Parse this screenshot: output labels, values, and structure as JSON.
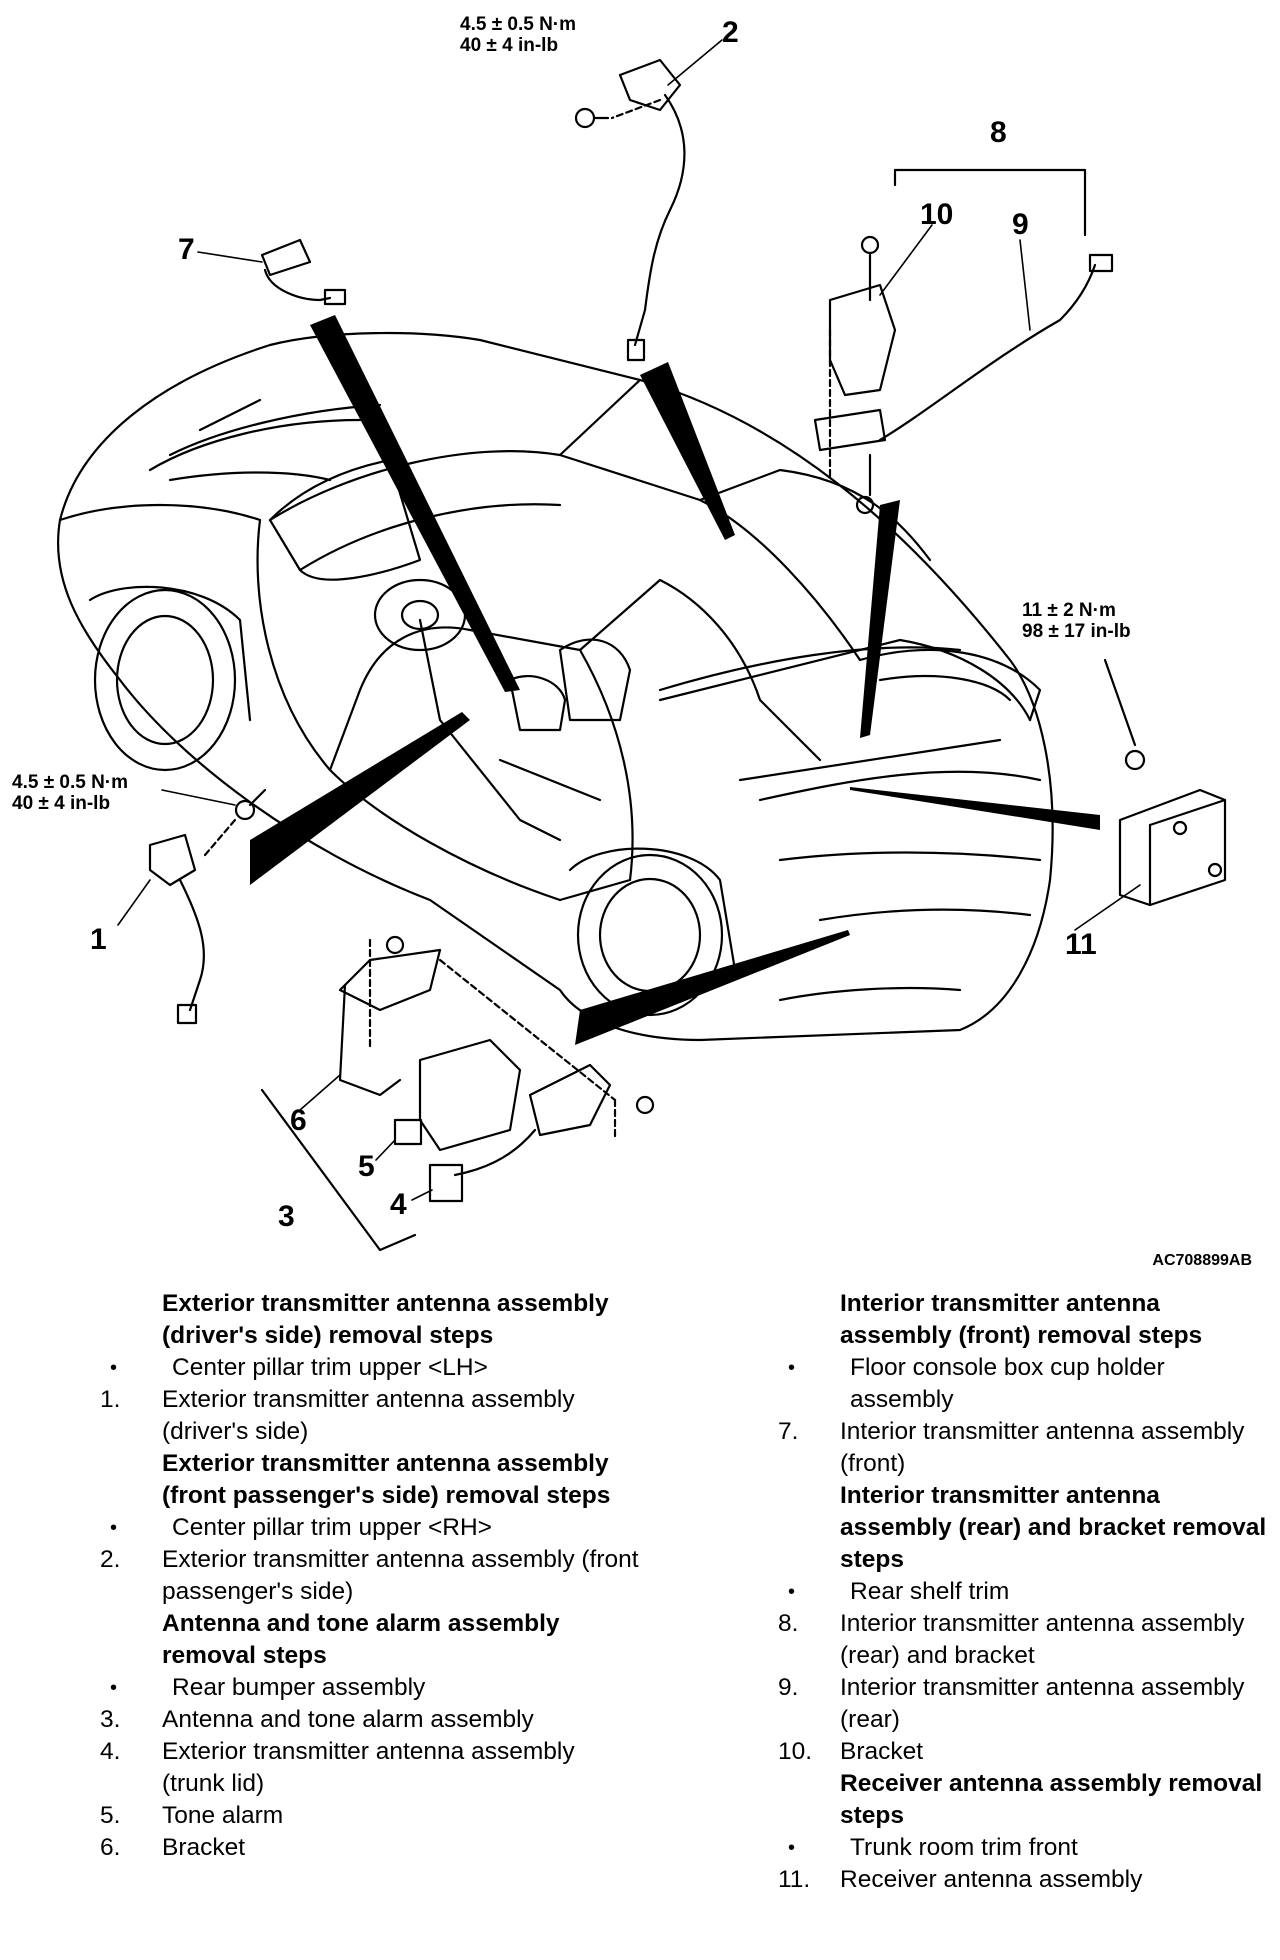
{
  "figure_id": "AC708899AB",
  "callouts": {
    "c1": "1",
    "c2": "2",
    "c3": "3",
    "c4": "4",
    "c5": "5",
    "c6": "6",
    "c7": "7",
    "c8": "8",
    "c9": "9",
    "c10": "10",
    "c11": "11"
  },
  "torques": {
    "top_nm": "4.5 ± 0.5 N·m",
    "top_inlb": "40 ± 4 in-lb",
    "left_nm": "4.5 ± 0.5 N·m",
    "left_inlb": "40 ± 4 in-lb",
    "right_nm": "11 ± 2 N·m",
    "right_inlb": "98 ± 17 in-lb"
  },
  "left_column": {
    "group1": {
      "heading": "Exterior transmitter antenna assembly (driver's side) removal steps",
      "items": [
        {
          "marker": "•",
          "text": "Center pillar trim upper <LH>"
        },
        {
          "marker": "1.",
          "text": "Exterior transmitter antenna assembly (driver's side)"
        }
      ]
    },
    "group2": {
      "heading": "Exterior transmitter antenna assembly (front passenger's side) removal steps",
      "items": [
        {
          "marker": "•",
          "text": "Center pillar trim upper <RH>"
        },
        {
          "marker": "2.",
          "text": "Exterior transmitter antenna assembly (front passenger's side)"
        }
      ]
    },
    "group3": {
      "heading": "Antenna and tone alarm assembly removal steps",
      "items": [
        {
          "marker": "•",
          "text": "Rear bumper assembly"
        },
        {
          "marker": "3.",
          "text": "Antenna and tone alarm assembly"
        },
        {
          "marker": "4.",
          "text": "Exterior transmitter antenna assembly (trunk lid)"
        },
        {
          "marker": "5.",
          "text": "Tone alarm"
        },
        {
          "marker": "6.",
          "text": "Bracket"
        }
      ]
    }
  },
  "right_column": {
    "group1": {
      "heading": "Interior transmitter antenna assembly (front) removal steps",
      "items": [
        {
          "marker": "•",
          "text": "Floor console box cup holder assembly"
        },
        {
          "marker": "7.",
          "text": "Interior transmitter antenna assembly (front)"
        }
      ]
    },
    "group2": {
      "heading": "Interior transmitter antenna assembly (rear) and bracket removal steps",
      "items": [
        {
          "marker": "•",
          "text": "Rear shelf trim"
        },
        {
          "marker": "8.",
          "text": "Interior transmitter antenna assembly (rear) and bracket"
        },
        {
          "marker": "9.",
          "text": "Interior transmitter antenna assembly (rear)"
        },
        {
          "marker": "10.",
          "text": "Bracket"
        }
      ]
    },
    "group3": {
      "heading": "Receiver antenna assembly removal steps",
      "items": [
        {
          "marker": "•",
          "text": "Trunk room trim front"
        },
        {
          "marker": "11.",
          "text": "Receiver antenna assembly"
        }
      ]
    }
  }
}
